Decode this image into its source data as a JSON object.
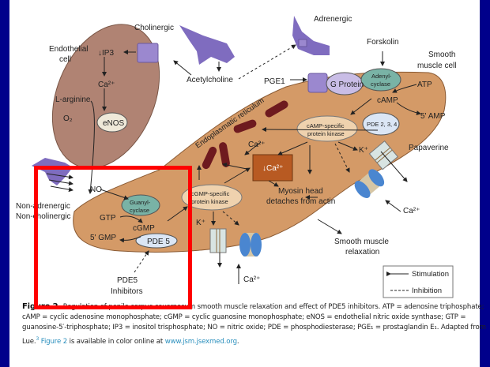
{
  "colors": {
    "frame": "#00008b",
    "highlight": "#ff0000",
    "smooth_muscle": "#d49a67",
    "endothelial": "#b08373",
    "receptor": "#7f6cbf",
    "reticulum": "#6e1a1f",
    "calcium_box": "#b85a22",
    "link": "#2a8fbd"
  },
  "diagram": {
    "labels": {
      "cholinergic": "Cholinergic",
      "adrenergic": "Adrenergic",
      "endothelial_cell_1": "Endothelial",
      "endothelial_cell_2": "cell",
      "ip3": "↓IP3",
      "ca_endo": "Ca²⁺",
      "l_arginine": "L-arginine",
      "o2": "O₂",
      "enos": "eNOS",
      "acetylcholine": "Acetylcholine",
      "forskolin": "Forskolin",
      "smooth_muscle_cell_1": "Smooth",
      "smooth_muscle_cell_2": "muscle cell",
      "pge1": "PGE1",
      "g_protein": "G Protein",
      "adenyl_cyclase_1": "Adenyl-",
      "adenyl_cyclase_2": "cyclase",
      "atp": "ATP",
      "camp": "cAMP",
      "five_amp": "5' AMP",
      "pde234": "PDE 2, 3, 4",
      "camp_kinase_1": "cAMP-specific",
      "camp_kinase_2": "protein kinase",
      "endoplasmatic_reticulum": "Endoplasmatic reticulum",
      "ca_er": "Ca²⁺",
      "down_ca": "↓Ca²⁺",
      "k_plus_right": "K⁺",
      "papaverine": "Papaverine",
      "no": "NO",
      "non_adrenergic_1": "Non-adrenergic",
      "non_adrenergic_2": "Non-cholinergic",
      "guanyl_cyclase_1": "Guanyl-",
      "guanyl_cyclase_2": "cyclase",
      "gtp": "GTP",
      "cgmp": "cGMP",
      "five_gmp": "5' GMP",
      "pde5": "PDE 5",
      "cgmp_kinase_1": "cGMP-specific",
      "cgmp_kinase_2": "protein kinase",
      "myosin_1": "Myosin head",
      "myosin_2": "detaches from actin",
      "k_plus_left": "K⁺",
      "ca_bottom": "Ca²⁺",
      "ca_right": "Ca²⁺",
      "pde5_inhibitors_1": "PDE5",
      "pde5_inhibitors_2": "Inhibitors",
      "relaxation_1": "Smooth muscle",
      "relaxation_2": "relaxation"
    },
    "legend": {
      "stimulation": "Stimulation",
      "inhibition": "Inhibition"
    }
  },
  "caption": {
    "figure_label": "Figure 2.",
    "text_1": " Regulation of penile corpus cavernosum smooth muscle relaxation and effect of PDE5 inhibitors. ATP = adenosine triphosphate; cAMP = cyclic adenosine monophosphate; cGMP = cyclic guanosine monophosphate; eNOS = endothelial nitric oxide synthase; GTP = guanosine-5′-triphosphate; IP3 = inositol trisphosphate; NO = nitric oxide; PDE = phosphodiesterase; PGE₁ = prostaglandin E₁. Adapted from Lue.",
    "ref": "3",
    "text_2": " ",
    "figure_link": "Figure 2",
    "text_3": " is available in color online at ",
    "url": "www.jsm.jsexmed.org",
    "text_4": "."
  }
}
